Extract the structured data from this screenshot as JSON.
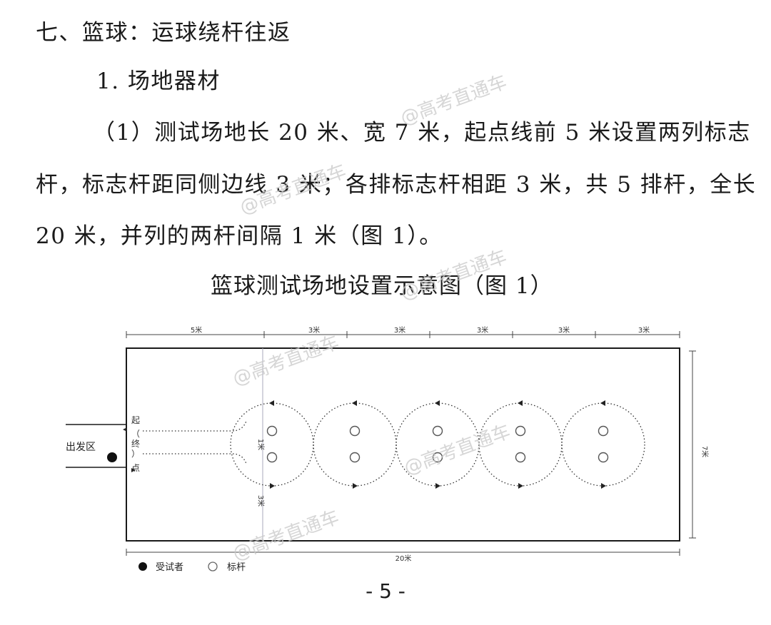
{
  "heading": "七、篮球：运球绕杆往返",
  "subheading": "1. 场地器材",
  "paragraph": {
    "line1": "（1）测试场地长 20 米、宽 7 米，起点线前 5 米设置两列标志",
    "line2": "杆，标志杆距同侧边线 3 米；各排标志杆相距 3 米，共 5 排杆，全长",
    "line3": "20 米，并列的两杆间隔 1 米（图 1）。"
  },
  "figure_caption": "篮球测试场地设置示意图（图 1）",
  "diagram": {
    "top_dims": [
      "5米",
      "3米",
      "3米",
      "3米",
      "3米",
      "3米"
    ],
    "bottom_dim": "20米",
    "right_dim": "7米",
    "left_dim_1": "1米",
    "left_dim_3": "3米",
    "start_zone": "出发区",
    "start_line": [
      "起",
      "（",
      "终",
      "）",
      "点"
    ],
    "legend": {
      "subject": "受试者",
      "pole": "标杆"
    },
    "pole_rows": 5,
    "line_color": "#1a1a1a",
    "pole_color": "#555555"
  },
  "watermark": "@高考直通车",
  "page_number": "- 5 -"
}
